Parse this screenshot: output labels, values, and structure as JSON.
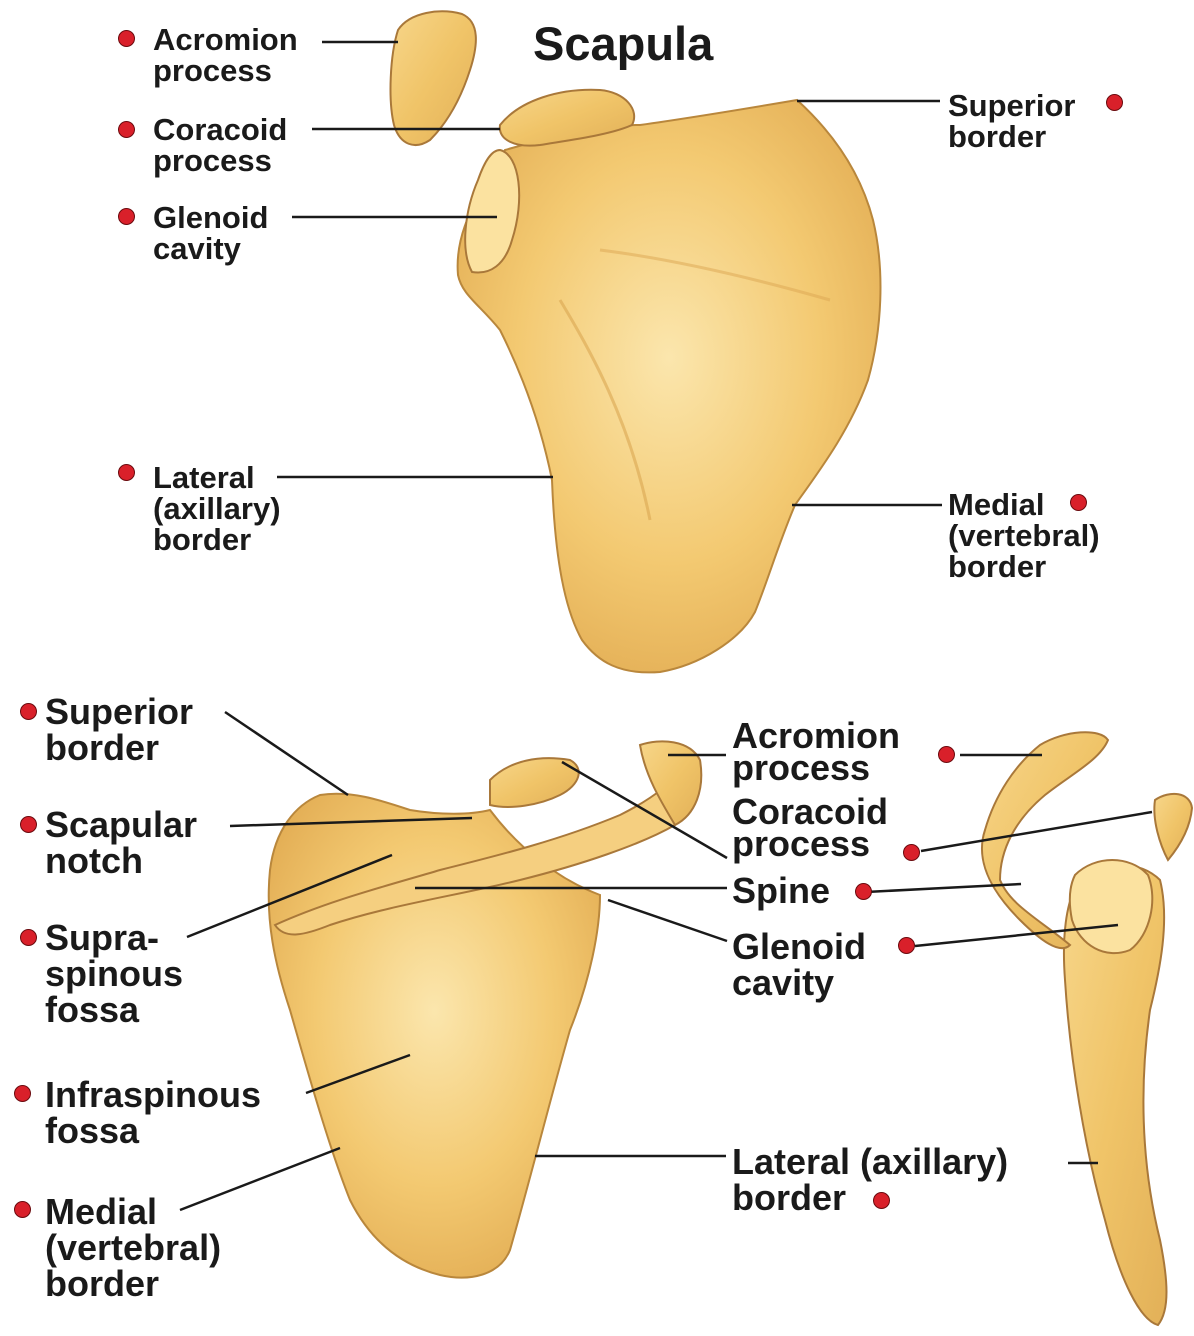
{
  "title": "Scapula",
  "colors": {
    "bone": "#f2c46c",
    "bone_shadow": "#c99a45",
    "bone_highlight": "#fae2a4",
    "marker": "#d9202a",
    "leader": "#1a1a1a"
  },
  "top_view": {
    "acromion": [
      "Acromion",
      "process"
    ],
    "coracoid": [
      "Coracoid",
      "process"
    ],
    "glenoid": [
      "Glenoid",
      "cavity"
    ],
    "lateral": [
      "Lateral",
      "(axillary)",
      "border"
    ],
    "superior": [
      "Superior",
      "border"
    ],
    "medial": [
      "Medial",
      "(vertebral)",
      "border"
    ]
  },
  "bottom_view": {
    "superior": [
      "Superior",
      "border"
    ],
    "scapular_notch": [
      "Scapular",
      "notch"
    ],
    "supraspinous": [
      "Supra-",
      "spinous",
      "fossa"
    ],
    "infraspinous": [
      "Infraspinous",
      "fossa"
    ],
    "medial": [
      "Medial",
      "(vertebral)",
      "border"
    ],
    "acromion": [
      "Acromion",
      "process"
    ],
    "coracoid": [
      "Coracoid",
      "process"
    ],
    "spine": [
      "Spine"
    ],
    "glenoid": [
      "Glenoid",
      "cavity"
    ],
    "lateral": [
      "Lateral (axillary)",
      "border"
    ]
  }
}
